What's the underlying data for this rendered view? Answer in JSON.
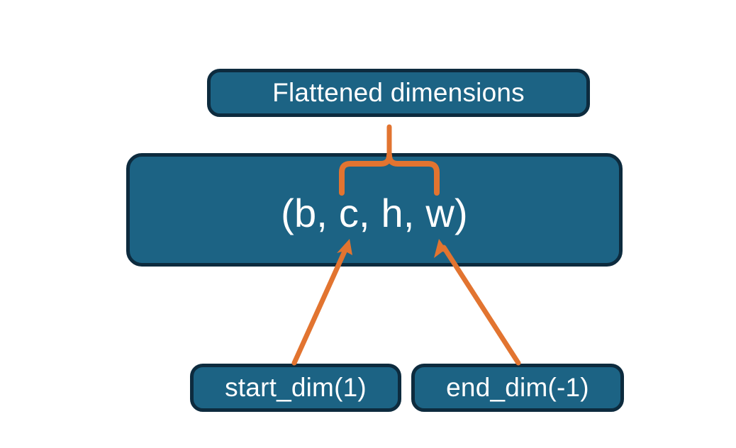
{
  "diagram": {
    "title_node": {
      "label": "Flattened dimensions"
    },
    "tensor_node": {
      "label": "(b, c, h, w)"
    },
    "start_dim_node": {
      "label": "start_dim(1)"
    },
    "end_dim_node": {
      "label": "end_dim(-1)"
    },
    "colors": {
      "node_fill": "#1c6384",
      "node_border": "#0d2b3e",
      "node_text": "#ffffff",
      "connector": "#e27430",
      "background": "#ffffff"
    },
    "connectors": [
      {
        "name": "brace-to-flattened",
        "kind": "curly-brace-with-stem",
        "from": "tensor_node.c_h_w_span",
        "to": "title_node"
      },
      {
        "name": "start-dim-arrow",
        "kind": "arrow",
        "from": "start_dim_node",
        "to": "tensor_node.c_position"
      },
      {
        "name": "end-dim-arrow",
        "kind": "arrow",
        "from": "end_dim_node",
        "to": "tensor_node.w_position"
      }
    ]
  }
}
